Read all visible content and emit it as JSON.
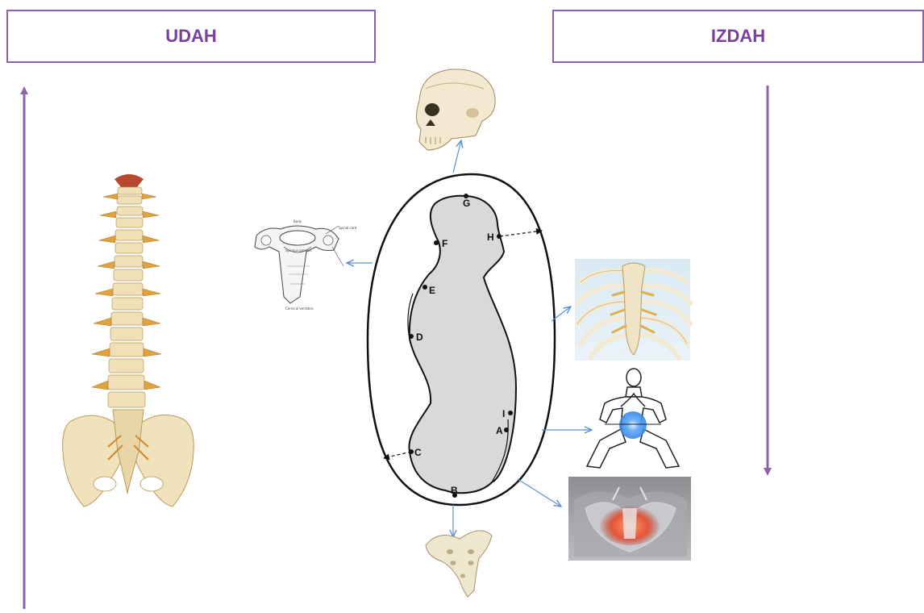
{
  "header": {
    "left_label": "UDAH",
    "right_label": "IZDAH"
  },
  "colors": {
    "accent": "#7a3ea1",
    "box_border": "#8a63a8",
    "connector": "#5b8fd1",
    "body_fill": "#d9d9d9",
    "bone": "#f0e6c8"
  },
  "diagram": {
    "points": [
      "G",
      "H",
      "F",
      "E",
      "D",
      "I",
      "A",
      "C",
      "B"
    ],
    "vertebra_labels": [
      "Body",
      "Spinal cord",
      "Spinous process",
      "Cervical vertebra"
    ],
    "flows": [
      "up",
      "down"
    ]
  }
}
